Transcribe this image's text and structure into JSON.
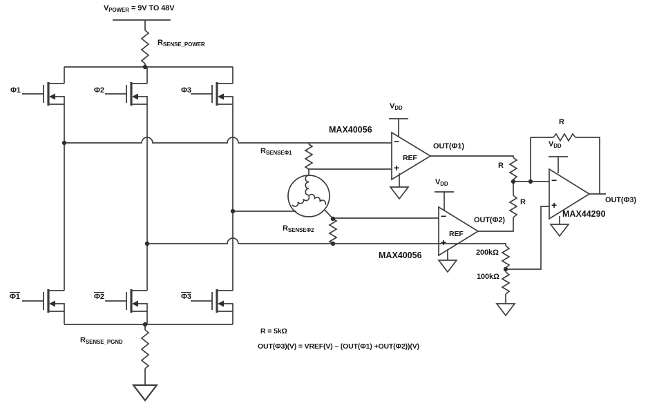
{
  "power": {
    "vpower": {
      "main": "V",
      "sub": "POWER",
      "rest": " = 9V TO 48V"
    },
    "rsense_power": {
      "main": "R",
      "sub": "SENSE_POWER"
    }
  },
  "bridge": {
    "top_gates": [
      {
        "label": "Φ1"
      },
      {
        "label": "Φ2"
      },
      {
        "label": "Φ3"
      }
    ],
    "bottom_gates": [
      {
        "label": "Φ1"
      },
      {
        "label": "Φ2"
      },
      {
        "label": "Φ3"
      }
    ],
    "rsense_pgnd": {
      "main": "R",
      "sub": "SENSE_PGND"
    }
  },
  "sense": {
    "rsense_phi1": {
      "main": "R",
      "sub": "SENSEΦ1"
    },
    "rsense_phi2": {
      "main": "R",
      "sub": "SENSEΦ2"
    }
  },
  "amp1": {
    "name": "MAX40056",
    "vdd": {
      "main": "V",
      "sub": "DD"
    },
    "ref": "REF",
    "minus": "−",
    "plus": "+",
    "out": "OUT(Φ1)"
  },
  "amp2": {
    "name": "MAX40056",
    "vdd": {
      "main": "V",
      "sub": "DD"
    },
    "ref": "REF",
    "minus": "−",
    "plus": "+",
    "out": "OUT(Φ2)"
  },
  "amp3": {
    "name": "MAX44290",
    "vdd": {
      "main": "V",
      "sub": "DD"
    },
    "minus": "−",
    "plus": "+",
    "out": "OUT(Φ3)",
    "r_feedback": "R",
    "r_sum_top": "R",
    "r_sum_bottom": "R",
    "r_divider_top": "200kΩ",
    "r_divider_bottom": "100kΩ"
  },
  "notes": {
    "line1": "R = 5kΩ",
    "line2": "OUT(Φ3)(V) = VREF(V) – (OUT(Φ1) +OUT(Φ2))(V)"
  },
  "colors": {
    "wire": "#3d3d3d",
    "text": "#151515",
    "background": "#ffffff"
  }
}
